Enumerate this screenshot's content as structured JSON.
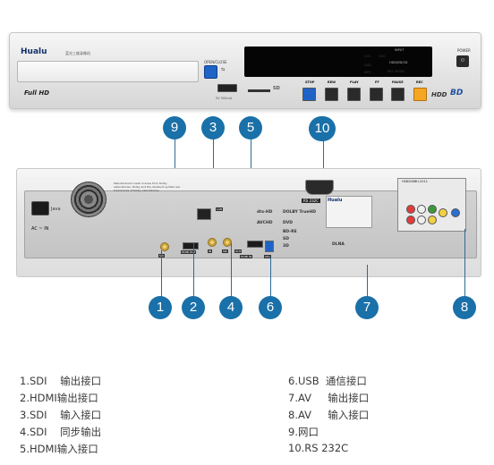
{
  "front_panel": {
    "brand": "Hualu",
    "model": "蓝光三维录像机",
    "badge": "Full HD",
    "open_close": "OPEN/CLOSE",
    "usb_icon": "⇆",
    "usb_caption": "5V 500mA",
    "sd_logo": "SD",
    "display": {
      "input": "INPUT",
      "hdd_label": "HDD/BD/SD",
      "rec_mode": "REC MODE",
      "channels": [
        "CH1",
        "CH2",
        "DVD",
        "MP3"
      ]
    },
    "buttons": [
      "STOP",
      "REW",
      "PLAY",
      "FF",
      "PAUSE",
      "REC"
    ],
    "power_label": "POWER",
    "power_symbol": "⏻",
    "hdd_logo": "HDD",
    "bluray_logo": "BD"
  },
  "callouts": [
    "9",
    "3",
    "5",
    "10",
    "1",
    "2",
    "4",
    "6",
    "7",
    "8"
  ],
  "rear_panel": {
    "ac_label": "AC ~ IN",
    "java_label": "Java",
    "warning_text": "Manufactured under license from Dolby Laboratories. Dolby and the double-D symbol are trademarks of Dolby Laboratories.",
    "lan_label": "LAN",
    "sdi_labels": [
      "SDI",
      "IN",
      "SDI",
      "OUT"
    ],
    "hdmi_labels": [
      "HDMI OUT",
      "HDMI IN"
    ],
    "usb_label": "SPC",
    "rs232_label": "RS 232C",
    "logos": [
      "dts-HD",
      "DOLBY TrueHD",
      "AVCHD",
      "DVD",
      "BD-RE",
      "SD",
      "3D",
      "DLNA"
    ],
    "sticker_brand": "Hualu",
    "serial": "HS8208BH-2011"
  },
  "legend": [
    "1.SDI    输出接口",
    "2.HDMI输出接口",
    "3.SDI    输入接口",
    "4.SDI    同步输出",
    "5.HDMI输入接口",
    "6.USB  通信接口",
    "7.AV     输出接口",
    "8.AV     输入接口",
    "9.网口",
    "10.RS 232C"
  ],
  "colors": {
    "callout": "#1a70a8",
    "accent_blue": "#1f63c6",
    "rec_button": "#f5a623"
  }
}
